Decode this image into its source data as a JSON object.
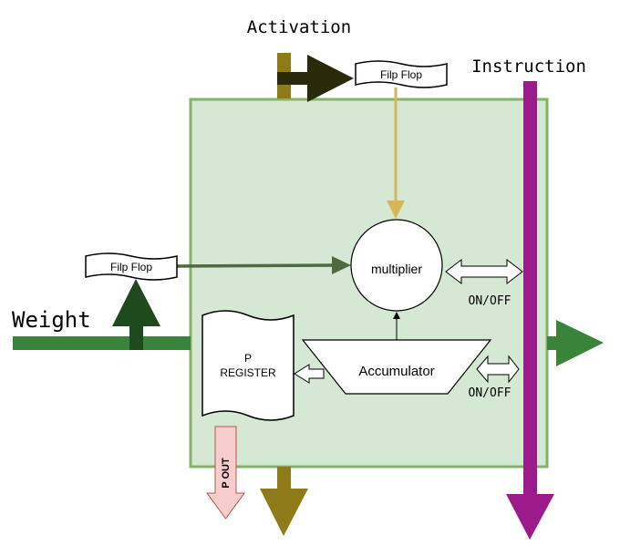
{
  "labels": {
    "activation": "Activation",
    "instruction": "Instruction",
    "weight": "Weight",
    "flipflop_top": "Filp Flop",
    "flipflop_left": "Filp Flop",
    "multiplier": "multiplier",
    "accumulator": "Accumulator",
    "p_register_line1": "P",
    "p_register_line2": "REGISTER",
    "p_out": "P OUT",
    "onoff_multiplier": "ON/OFF",
    "onoff_accumulator": "ON/OFF"
  },
  "colors": {
    "pe_fill": "#d5e8d4",
    "pe_border": "#82b366",
    "activation": "#8e7a16",
    "activation_arrow": "#2a2a0a",
    "weight": "#3a833a",
    "weight_up": "#1e4a1e",
    "instruction": "#9b1a8c",
    "flipflop_to_multiplier": "#d6b656",
    "flipflop_left_line": "#4d6b3d",
    "p_out_fill": "#f8cecc",
    "p_out_border": "#b85450"
  }
}
